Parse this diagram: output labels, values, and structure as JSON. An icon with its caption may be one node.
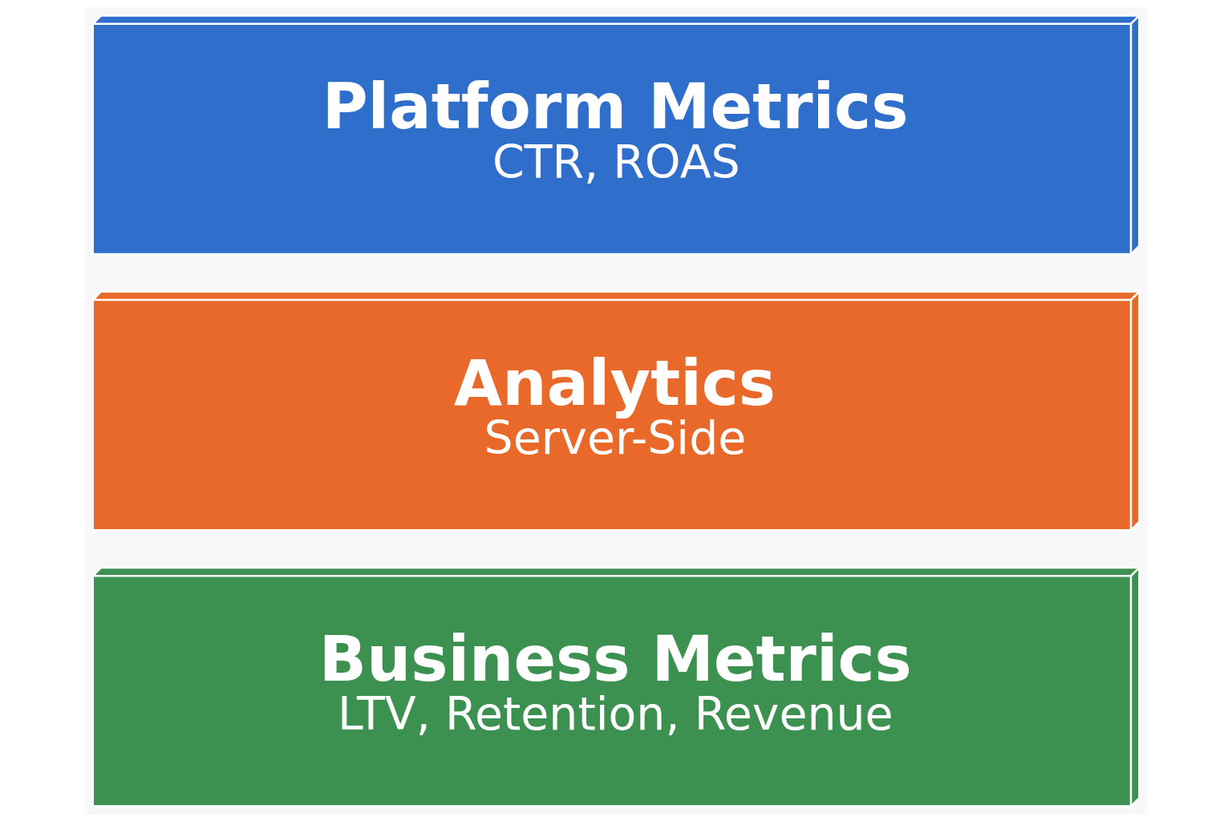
{
  "diagram": {
    "nodes": [
      {
        "text": [
          "Platform Metrics",
          "CTR, ROAS"
        ]
      },
      {
        "text": [
          "Analytics",
          "Server-Side"
        ]
      },
      {
        "text": [
          "Business Metrics",
          "LTV, Retention, Revenue"
        ]
      }
    ]
  }
}
